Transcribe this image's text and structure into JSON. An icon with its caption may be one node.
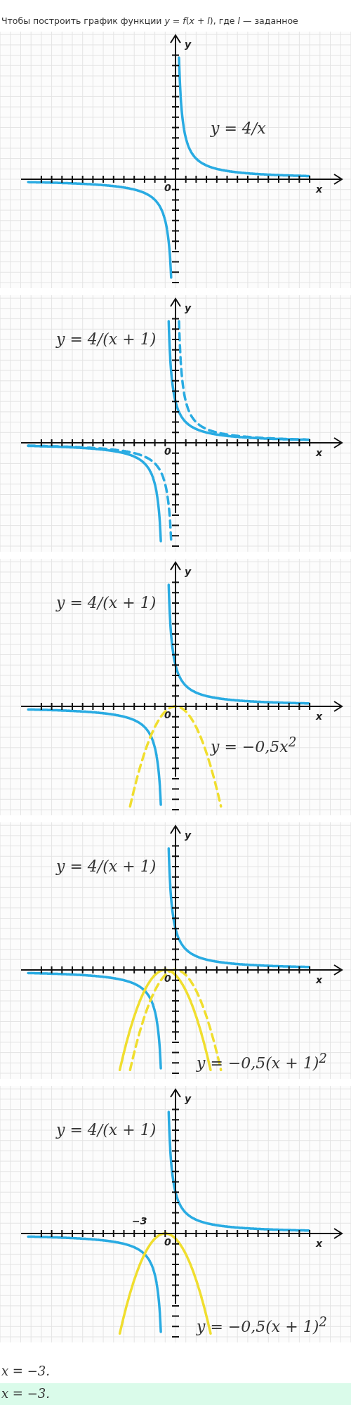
{
  "diagram": {
    "labels": [
      "Чтобы построить график функции *y* = *f*(*x* + *l*), где *l* — заданное",
      "y",
      "y = 4/x",
      "0",
      "x",
      "y = 4/(x + 1)",
      "y",
      "0",
      "x",
      "y = 4/(x + 1)",
      "y",
      "0",
      "x",
      "y = −0,5x$^{2}$",
      "y = 4/(x + 1)",
      "y",
      "0",
      "x",
      "y = −0,5(x + 1)$^{2}$",
      "y = 4/(x + 1)",
      "y",
      "−3",
      "0",
      "x",
      "y = −0,5(x + 1)$^{2}$",
      "x = −3.",
      "x = −3."
    ]
  }
}
